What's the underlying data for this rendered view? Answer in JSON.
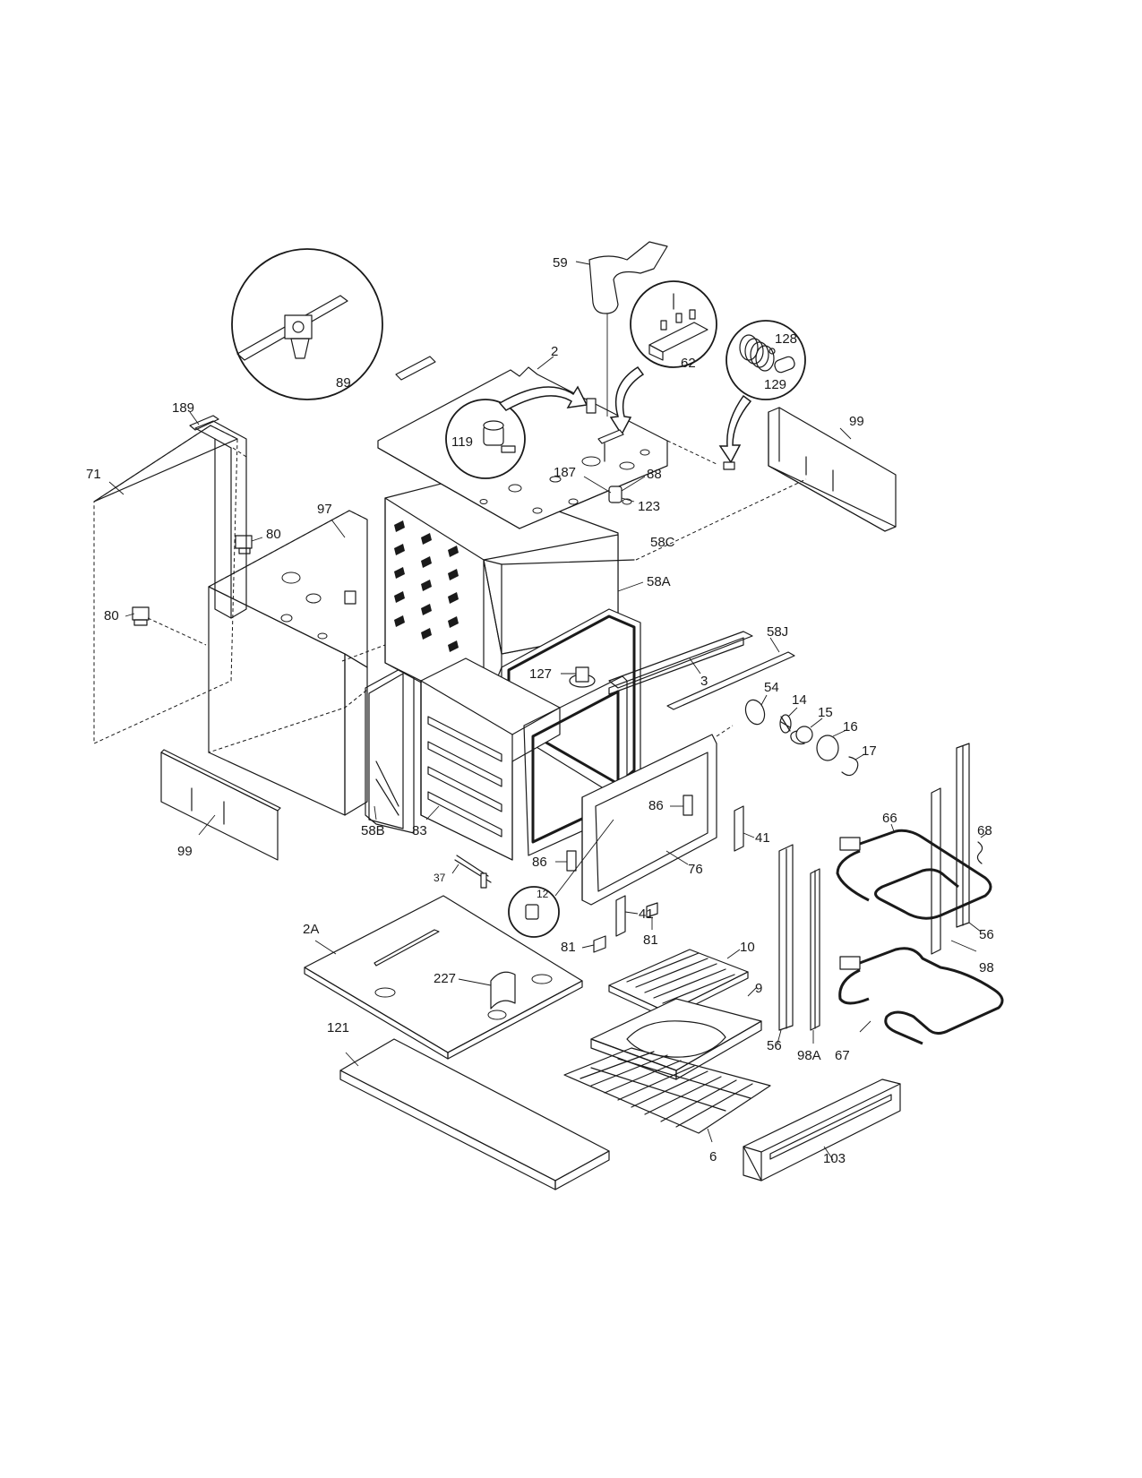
{
  "diagram": {
    "labels": [
      "59",
      "2",
      "62",
      "128",
      "129",
      "89",
      "119",
      "99",
      "189",
      "71",
      "187",
      "88",
      "123",
      "97",
      "80",
      "58C",
      "80",
      "58A",
      "58J",
      "127",
      "3",
      "54",
      "14",
      "15",
      "16",
      "17",
      "58B",
      "83",
      "86",
      "41",
      "66",
      "68",
      "99",
      "86",
      "76",
      "37",
      "12",
      "41",
      "56",
      "81",
      "81",
      "98",
      "2A",
      "227",
      "10",
      "9",
      "121",
      "56",
      "98A",
      "67",
      "6",
      "103"
    ]
  }
}
